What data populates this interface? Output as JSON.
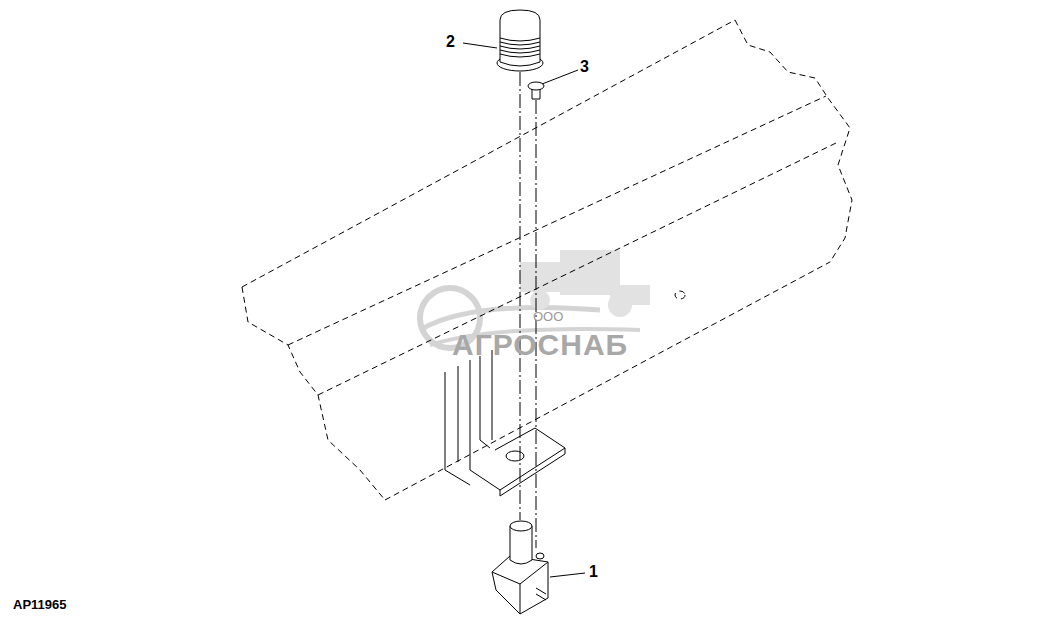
{
  "diagram": {
    "labels": [
      "2",
      "3",
      "1",
      "AP11965",
      "ООО",
      "АГРОСНАБ"
    ]
  }
}
